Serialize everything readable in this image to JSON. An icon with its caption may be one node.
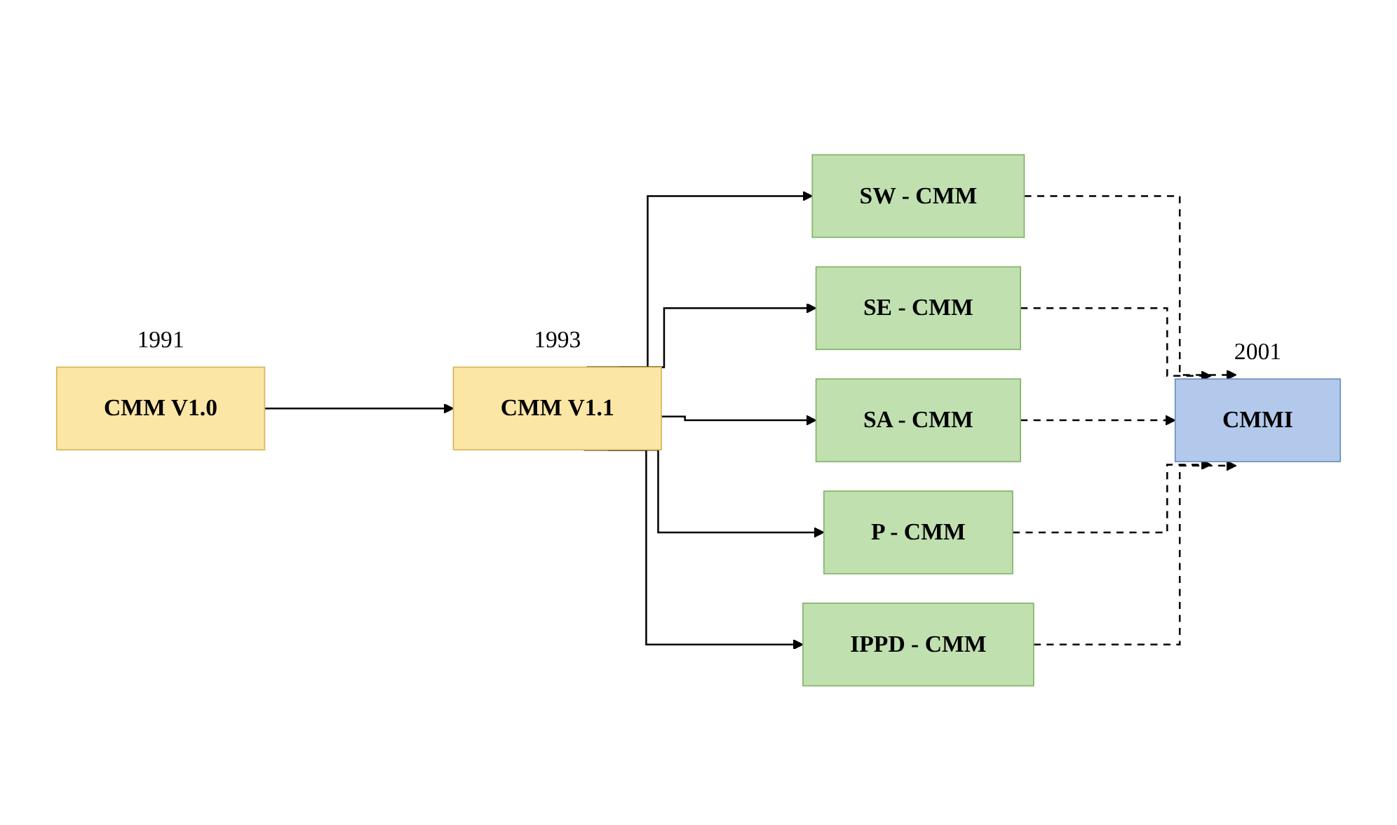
{
  "diagram": {
    "nodes": [
      {
        "text": [
          "CMM V1.0"
        ],
        "beside": [
          "1991"
        ]
      },
      {
        "text": [
          "CMM V1.1"
        ],
        "beside": [
          "1993"
        ]
      },
      {
        "text": [
          "SW - CMM"
        ]
      },
      {
        "text": [
          "SE - CMM"
        ]
      },
      {
        "text": [
          "SA - CMM"
        ]
      },
      {
        "text": [
          "P - CMM"
        ]
      },
      {
        "text": [
          "IPPD - CMM"
        ]
      },
      {
        "text": [
          "CMMI"
        ],
        "beside": [
          "2001"
        ]
      }
    ],
    "edges": [
      {
        "from": 0,
        "to": 1,
        "arrow": "to"
      },
      {
        "from": 1,
        "to": 2,
        "arrow": "to"
      },
      {
        "from": 1,
        "to": 3,
        "arrow": "to"
      },
      {
        "from": 1,
        "to": 4,
        "arrow": "to"
      },
      {
        "from": 1,
        "to": 5,
        "arrow": "to"
      },
      {
        "from": 1,
        "to": 6,
        "arrow": "to"
      },
      {
        "from": 2,
        "to": 7,
        "arrow": "to",
        "style": "dashed"
      },
      {
        "from": 3,
        "to": 7,
        "arrow": "to",
        "style": "dashed"
      },
      {
        "from": 4,
        "to": 7,
        "arrow": "to",
        "style": "dashed"
      },
      {
        "from": 5,
        "to": 7,
        "arrow": "to",
        "style": "dashed"
      },
      {
        "from": 6,
        "to": 7,
        "arrow": "to",
        "style": "dashed"
      }
    ]
  }
}
